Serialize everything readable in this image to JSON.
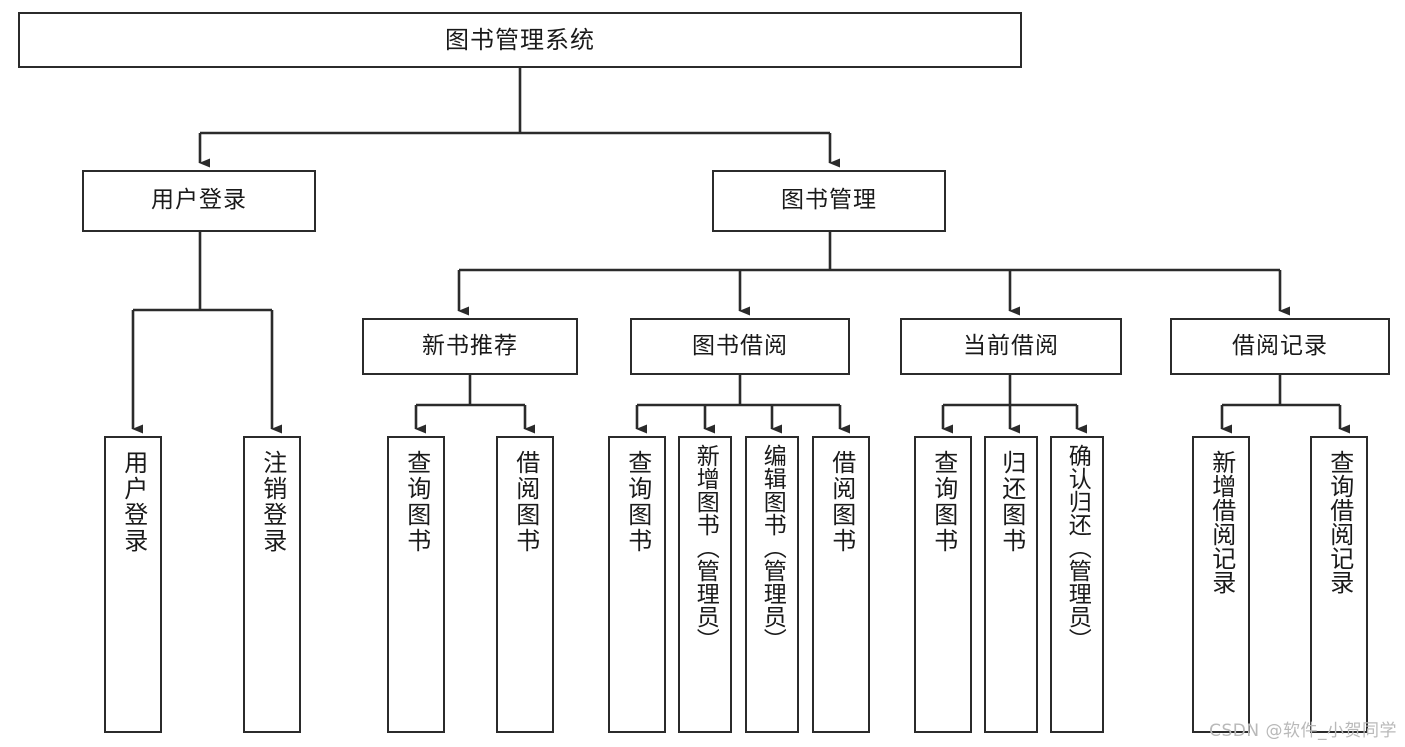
{
  "diagram": {
    "type": "tree",
    "title": "图书管理系统",
    "orientation": "top-down",
    "colors": {
      "background": "#ffffff",
      "node_border": "#2b2b2b",
      "node_fill": "#ffffff",
      "edge": "#2b2b2b",
      "text": "#1a1a1a",
      "watermark": "#b9b9b9"
    },
    "root": {
      "label": "图书管理系统"
    },
    "level2": [
      {
        "label": "用户登录"
      },
      {
        "label": "图书管理"
      }
    ],
    "level3": [
      {
        "label": "新书推荐"
      },
      {
        "label": "图书借阅"
      },
      {
        "label": "当前借阅"
      },
      {
        "label": "借阅记录"
      }
    ],
    "leaves": {
      "user_login": [
        {
          "label": "用户登录"
        },
        {
          "label": "注销登录"
        }
      ],
      "new_book_recommend": [
        {
          "label": "查询图书"
        },
        {
          "label": "借阅图书"
        }
      ],
      "book_borrow": [
        {
          "label": "查询图书"
        },
        {
          "label": "新增图书（管理员）"
        },
        {
          "label": "编辑图书（管理员）"
        },
        {
          "label": "借阅图书"
        }
      ],
      "current_borrow": [
        {
          "label": "查询图书"
        },
        {
          "label": "归还图书"
        },
        {
          "label": "确认归还（管理员）"
        }
      ],
      "borrow_record": [
        {
          "label": "新增借阅记录"
        },
        {
          "label": "查询借阅记录"
        }
      ]
    }
  },
  "watermark": {
    "text": "CSDN @软件_小贺同学"
  }
}
